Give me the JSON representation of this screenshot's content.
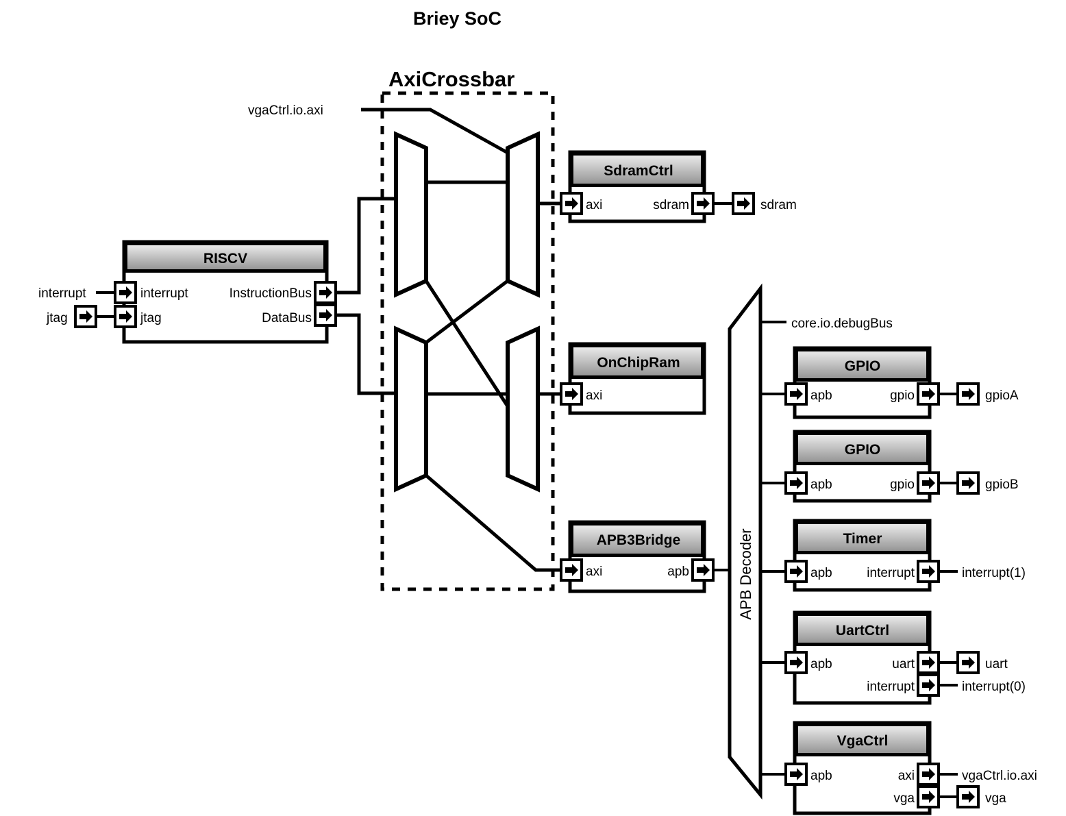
{
  "diagram": {
    "title": "Briey SoC",
    "crossbar": {
      "label": "AxiCrossbar",
      "style": "dashed-boundary"
    },
    "decoder": {
      "label": "APB Decoder",
      "orientation": "vertical"
    },
    "external_labels": {
      "vga_axi_top": "vgaCtrl.io.axi",
      "debug_bus": "core.io.debugBus",
      "interrupt_in": "interrupt",
      "jtag_in": "jtag",
      "sdram_out": "sdram",
      "gpioA_out": "gpioA",
      "gpioB_out": "gpioB",
      "timer_irq_out": "interrupt(1)",
      "uart_out": "uart",
      "uart_irq_out": "interrupt(0)",
      "vga_axi_out": "vgaCtrl.io.axi",
      "vga_out": "vga"
    },
    "blocks": [
      {
        "id": "riscv",
        "title": "RISCV",
        "inputs": [
          "interrupt",
          "jtag"
        ],
        "outputs": [
          "InstructionBus",
          "DataBus"
        ]
      },
      {
        "id": "sdramctrl",
        "title": "SdramCtrl",
        "inputs": [
          "axi"
        ],
        "outputs": [
          "sdram"
        ]
      },
      {
        "id": "onchipram",
        "title": "OnChipRam",
        "inputs": [
          "axi"
        ],
        "outputs": []
      },
      {
        "id": "apb3bridge",
        "title": "APB3Bridge",
        "inputs": [
          "axi"
        ],
        "outputs": [
          "apb"
        ]
      },
      {
        "id": "gpioA",
        "title": "GPIO",
        "inputs": [
          "apb"
        ],
        "outputs": [
          "gpio"
        ]
      },
      {
        "id": "gpioB",
        "title": "GPIO",
        "inputs": [
          "apb"
        ],
        "outputs": [
          "gpio"
        ]
      },
      {
        "id": "timer",
        "title": "Timer",
        "inputs": [
          "apb"
        ],
        "outputs": [
          "interrupt"
        ]
      },
      {
        "id": "uartctrl",
        "title": "UartCtrl",
        "inputs": [
          "apb"
        ],
        "outputs": [
          "uart",
          "interrupt"
        ]
      },
      {
        "id": "vgactrl",
        "title": "VgaCtrl",
        "inputs": [
          "apb"
        ],
        "outputs": [
          "axi",
          "vga"
        ]
      }
    ],
    "colors": {
      "stroke": "#000000",
      "background": "#ffffff",
      "header_gradient_top": "#efefef",
      "header_gradient_bottom": "#909090",
      "body_fill": "#ffffff"
    }
  }
}
